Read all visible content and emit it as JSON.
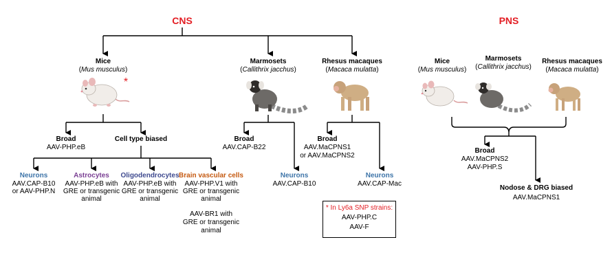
{
  "colors": {
    "red": "#e31e24",
    "blue": "#3d74a8",
    "purple": "#7a3f93",
    "indigo": "#3f4a8f",
    "orange": "#c55a11"
  },
  "cns": {
    "title": "CNS",
    "mice": {
      "label": "Mice",
      "latin": "Mus musculus",
      "asterisk": "*"
    },
    "marmosets": {
      "label": "Marmosets",
      "latin": "Callithrix jacchus"
    },
    "rhesus": {
      "label": "Rhesus macaques",
      "latin": "Macaca mulatta"
    },
    "mice_broad": {
      "label": "Broad",
      "vector": "AAV-PHP.eB"
    },
    "cell_type": {
      "label": "Cell type biased"
    },
    "neurons_mouse": {
      "label": "Neurons",
      "lines": [
        "AAV.CAP-B10",
        "or AAV-PHP.N"
      ]
    },
    "astrocytes": {
      "label": "Astrocytes",
      "lines": [
        "AAV-PHP.eB with",
        "GRE or transgenic",
        "animal"
      ]
    },
    "oligodendrocytes": {
      "label": "Oligodendrocytes",
      "lines": [
        "AAV-PHP.eB with",
        "GRE or transgenic",
        "animal"
      ]
    },
    "brain_vascular": {
      "label": "Brain vascular cells",
      "lines": [
        "AAV-PHP.V1 with",
        "GRE or transgenic",
        "animal"
      ],
      "lines2": [
        "AAV-BR1 with",
        "GRE or transgenic",
        "animal"
      ]
    },
    "marmoset_broad": {
      "label": "Broad",
      "vector": "AAV.CAP-B22"
    },
    "marmoset_neurons": {
      "label": "Neurons",
      "vector": "AAV.CAP-B10"
    },
    "rhesus_broad": {
      "label": "Broad",
      "lines": [
        "AAV.MaCPNS1",
        "or AAV.MaCPNS2"
      ]
    },
    "rhesus_neurons": {
      "label": "Neurons",
      "vector": "AAV.CAP-Mac"
    },
    "note": {
      "title": "* In Ly6a SNP strains:",
      "lines": [
        "AAV-PHP.C",
        "AAV-F"
      ]
    }
  },
  "pns": {
    "title": "PNS",
    "mice": {
      "label": "Mice",
      "latin": "Mus musculus"
    },
    "marmosets": {
      "label": "Marmosets",
      "latin": "Callithrix jacchus"
    },
    "rhesus": {
      "label": "Rhesus macaques",
      "latin": "Macaca mulatta"
    },
    "broad": {
      "label": "Broad",
      "lines": [
        "AAV.MaCPNS2",
        "AAV-PHP.S"
      ]
    },
    "nodose": {
      "label": "Nodose & DRG biased",
      "vector": "AAV.MaCPNS1"
    }
  },
  "icons": [
    "mouse-icon",
    "marmoset-icon",
    "rhesus-macaque-icon"
  ]
}
